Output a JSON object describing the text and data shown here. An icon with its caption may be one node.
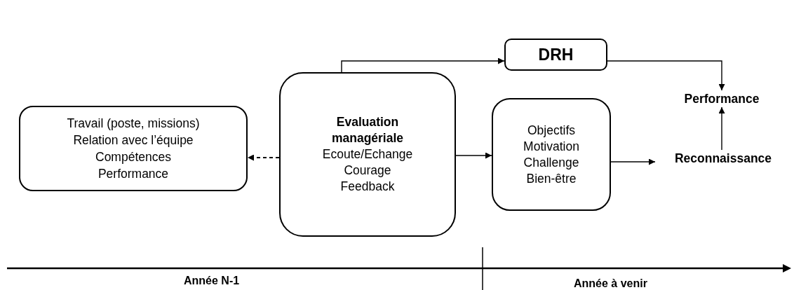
{
  "diagram": {
    "nodes": [
      {
        "text": [
          "Travail (poste, missions)",
          "Relation avec l’équipe",
          "Compétences",
          "Performance"
        ]
      },
      {
        "text": [
          "Evaluation managériale",
          "Ecoute/Echange",
          "Courage",
          "Feedback"
        ]
      },
      {
        "text": [
          "DRH"
        ]
      },
      {
        "text": [
          "Objectifs",
          "Motivation",
          "Challenge",
          "Bien-être"
        ]
      },
      {
        "text": [
          "Performance"
        ]
      },
      {
        "text": [
          "Reconnaissance"
        ]
      }
    ],
    "edges": [
      {
        "from": 1,
        "to": 0,
        "arrow": "to",
        "style": "dashed"
      },
      {
        "from": 1,
        "to": 2,
        "arrow": "to"
      },
      {
        "from": 2,
        "to": 4,
        "arrow": "to"
      },
      {
        "from": 1,
        "to": 3,
        "arrow": "to"
      },
      {
        "from": 3,
        "to": 5,
        "arrow": "to"
      },
      {
        "from": 5,
        "to": 4,
        "arrow": "to"
      }
    ],
    "labels": [
      "Année N-1",
      "Année à venir"
    ]
  }
}
